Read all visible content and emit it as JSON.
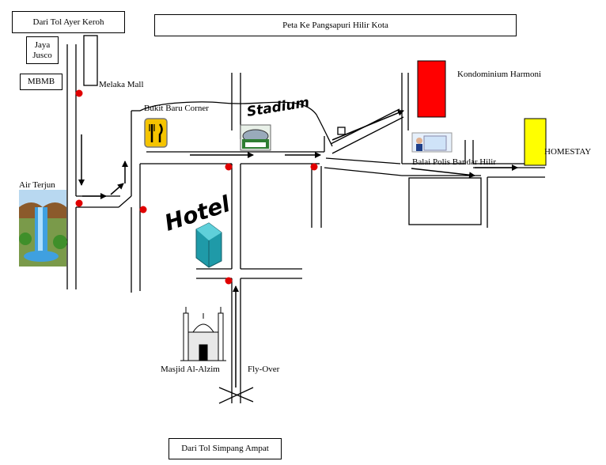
{
  "map": {
    "title": "Peta Ke Pangsapuri Hilir Kota",
    "labels": {
      "from_ayer_keroh": "Dari Tol Ayer Keroh",
      "jaya_jusco": "Jaya\nJusco",
      "mbmb": "MBMB",
      "melaka_mall": "Melaka Mall",
      "bukit_baru_corner": "Bukit Baru Corner",
      "stadium": "Stadium",
      "air_terjun": "Air Terjun",
      "hotel": "Hotel",
      "kondominium": "Kondominium Harmoni",
      "homestay": "HOMESTAY",
      "balai_polis": "Balai Polis Bandar Hilir",
      "masjid": "Masjid Al-Alzim",
      "flyover": "Fly-Over",
      "from_simpang_ampat": "Dari Tol Simpang Ampat"
    },
    "colors": {
      "kondominium": "#ff0000",
      "homestay": "#ffff00",
      "traffic_light": "#e00000",
      "road": "#000000"
    },
    "icons": [
      "restaurant-icon",
      "stadium-icon",
      "waterfall-icon",
      "hotel-building-icon",
      "police-station-icon",
      "mosque-icon"
    ]
  }
}
